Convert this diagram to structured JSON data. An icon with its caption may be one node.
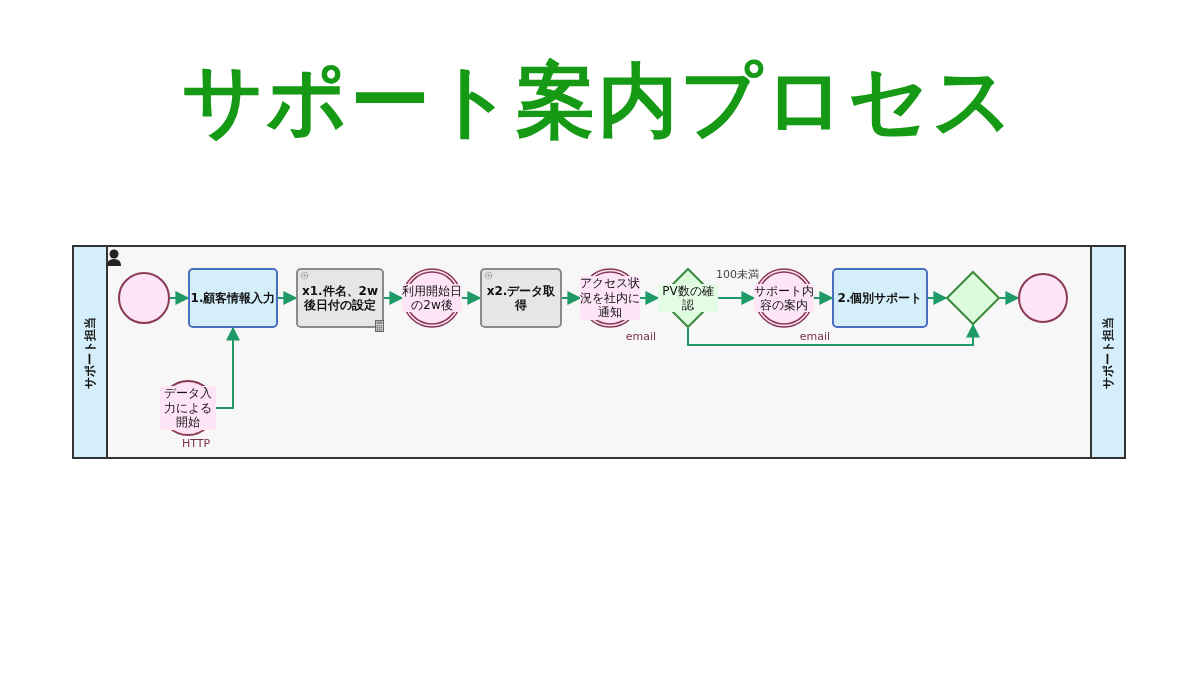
{
  "diagram": {
    "title": "サポート案内プロセス",
    "nodes": [
      {
        "text": [
          "サポート担当",
          "サポート担当"
        ]
      },
      {
        "text": [],
        "shape": "circle",
        "in": 0
      },
      {
        "text": [
          "1.顧客情報入力"
        ],
        "in": 0
      },
      {
        "text": [
          "x1.件名、2w後日付の設定"
        ],
        "in": 0
      },
      {
        "text": [
          "利用開始日の2w後"
        ],
        "in": 0
      },
      {
        "text": [
          "x2.データ取得"
        ],
        "in": 0
      },
      {
        "text": [
          "アクセス状況を社内に通知"
        ],
        "beside": [
          "email"
        ],
        "in": 0
      },
      {
        "text": [
          "PV数の確認"
        ],
        "in": 0
      },
      {
        "text": [
          "サポート内容の案内"
        ],
        "beside": [
          "email"
        ],
        "in": 0
      },
      {
        "text": [
          "2.個別サポート"
        ],
        "in": 0
      },
      {
        "text": [],
        "shape": "diamond",
        "in": 0
      },
      {
        "text": [],
        "shape": "circle",
        "in": 0
      },
      {
        "text": [
          "データ入力による開始"
        ],
        "beside": [
          "HTTP"
        ],
        "in": 0
      }
    ],
    "edges": [
      {
        "from": 1,
        "to": 2,
        "arrow": "to"
      },
      {
        "from": 12,
        "to": 2,
        "arrow": "to"
      },
      {
        "from": 2,
        "to": 3,
        "arrow": "to"
      },
      {
        "from": 3,
        "to": 4,
        "arrow": "to"
      },
      {
        "from": 4,
        "to": 5,
        "arrow": "to"
      },
      {
        "from": 5,
        "to": 6,
        "arrow": "to"
      },
      {
        "from": 6,
        "to": 7,
        "arrow": "to"
      },
      {
        "from": 7,
        "to": 8,
        "arrow": "to",
        "label": "100未満"
      },
      {
        "from": 8,
        "to": 9,
        "arrow": "to"
      },
      {
        "from": 9,
        "to": 10,
        "arrow": "to"
      },
      {
        "from": 7,
        "to": 10,
        "arrow": "to"
      },
      {
        "from": 10,
        "to": 11,
        "arrow": "to"
      }
    ]
  }
}
